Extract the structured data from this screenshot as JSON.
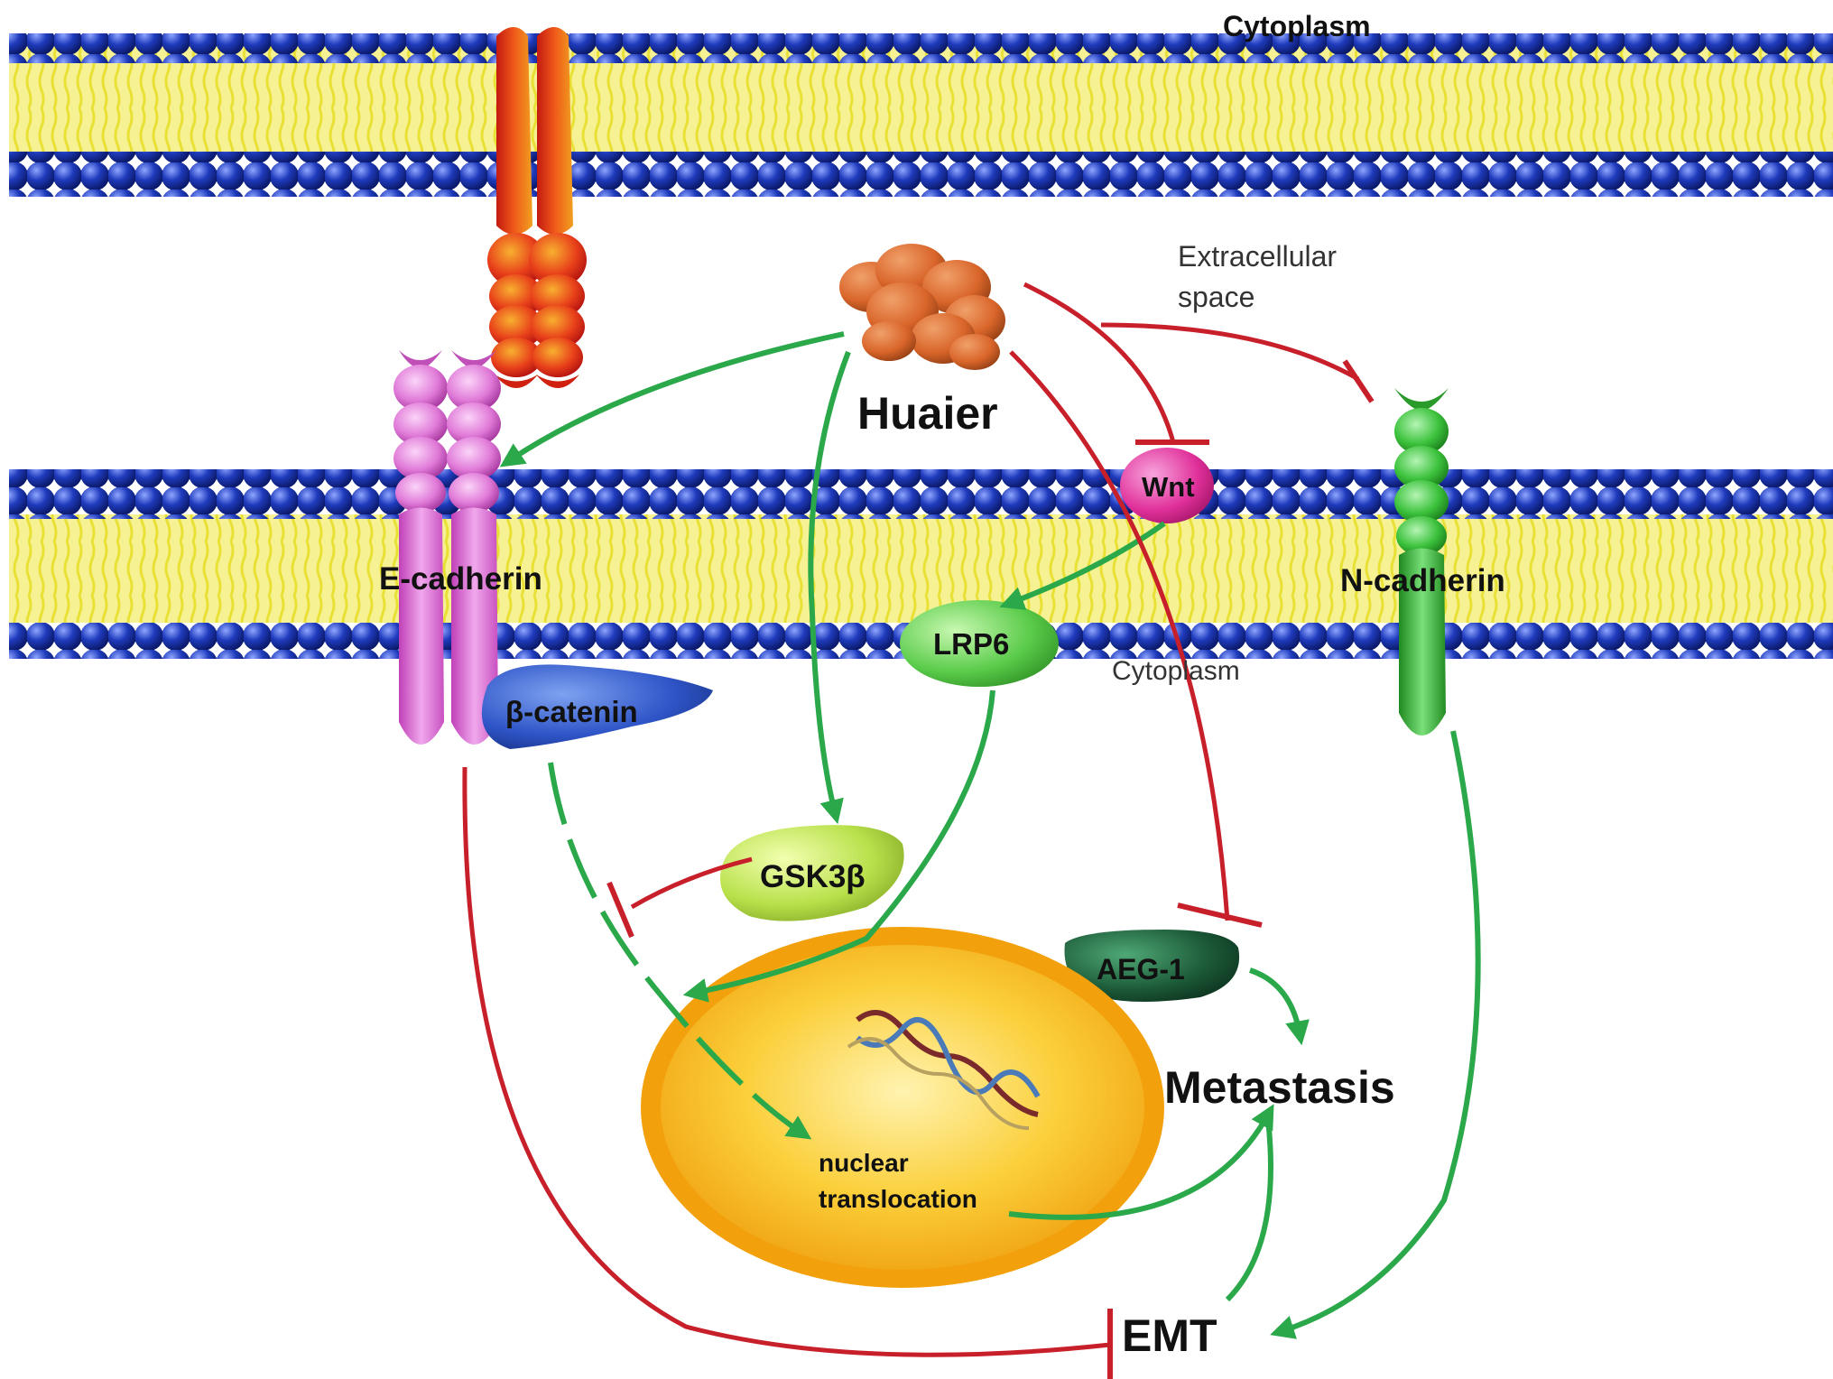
{
  "labels": {
    "cytoplasm_top": "Cytoplasm",
    "extracellular_line1": "Extracellular",
    "extracellular_line2": "space",
    "huaier": "Huaier",
    "wnt": "Wnt",
    "e_cadherin": "E-cadherin",
    "n_cadherin": "N-cadherin",
    "lrp6": "LRP6",
    "cytoplasm_mid": "Cytoplasm",
    "beta_catenin": "β-catenin",
    "gsk3b": "GSK3β",
    "aeg1": "AEG-1",
    "metastasis": "Metastasis",
    "nuclear_line1": "nuclear",
    "nuclear_line2": "translocation",
    "emt": "EMT"
  },
  "colors": {
    "activation": "#2aa84a",
    "inhibition": "#c8202a",
    "membrane_head": "#1f3bbd",
    "membrane_tail": "#f2ee5a",
    "e_cadherin": "#e07ad8",
    "n_cadherin": "#3cc23c",
    "top_cadherin": "#e8281a",
    "beta_catenin": "#2f55c8",
    "gsk3b": "#b8e04a",
    "lrp6": "#5acb4a",
    "wnt": "#e0309a",
    "aeg1": "#1c5a38",
    "nucleus": "#f5a623",
    "huaier": "#d9652a"
  }
}
